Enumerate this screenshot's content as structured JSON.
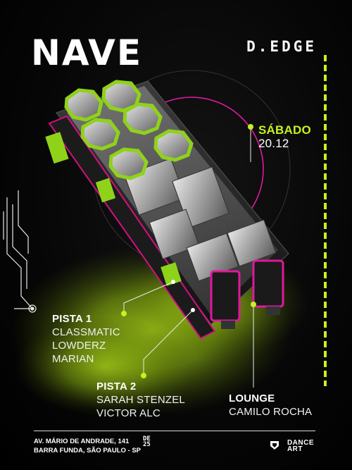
{
  "header": {
    "title": "NAVE",
    "brand": "D.EDGE"
  },
  "date": {
    "day": "SÁBADO",
    "date": "20.12"
  },
  "stages": [
    {
      "name": "PISTA 1",
      "artists": [
        "CLASSMATIC",
        "LOWDERZ",
        "MARIAN"
      ]
    },
    {
      "name": "PISTA 2",
      "artists": [
        "SARAH STENZEL",
        "VICTOR ALC"
      ]
    },
    {
      "name": "LOUNGE",
      "artists": [
        "CAMILO ROCHA"
      ]
    }
  ],
  "footer": {
    "address_line1": "AV. MÁRIO DE ANDRADE, 141",
    "address_line2": "BARRA FUNDA, SÃO PAULO - SP",
    "logo_mark": "DE 25",
    "partner_line1": "DANCE",
    "partner_line2": "ART"
  },
  "colors": {
    "accent": "#c6f21d",
    "magenta": "#e0189c",
    "background": "#050505"
  }
}
